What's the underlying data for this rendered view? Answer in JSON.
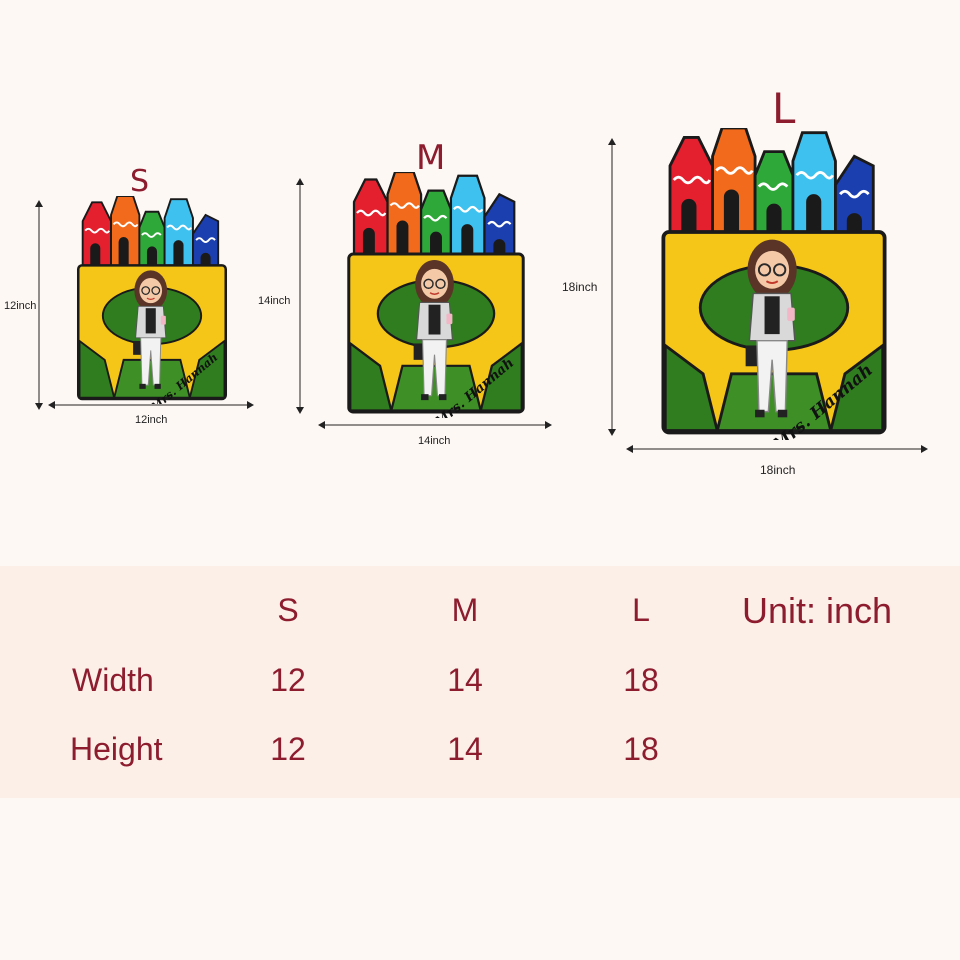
{
  "sizes": {
    "s": {
      "letter": "S",
      "height_label": "12inch",
      "width_label": "12inch"
    },
    "m": {
      "letter": "M",
      "height_label": "14inch",
      "width_label": "14inch"
    },
    "l": {
      "letter": "L",
      "height_label": "18inch",
      "width_label": "18inch"
    }
  },
  "product": {
    "name_text": "Mrs. Hannah"
  },
  "table": {
    "headers": [
      "S",
      "M",
      "L"
    ],
    "unit_label": "Unit: inch",
    "rows": [
      {
        "label": "Width",
        "values": [
          "12",
          "14",
          "18"
        ]
      },
      {
        "label": "Height",
        "values": [
          "12",
          "14",
          "18"
        ]
      }
    ]
  },
  "colors": {
    "accent_text": "#8c1c2e",
    "box_yellow": "#f5c518",
    "box_green": "#2f7d1e",
    "outline": "#1a1a1a"
  }
}
